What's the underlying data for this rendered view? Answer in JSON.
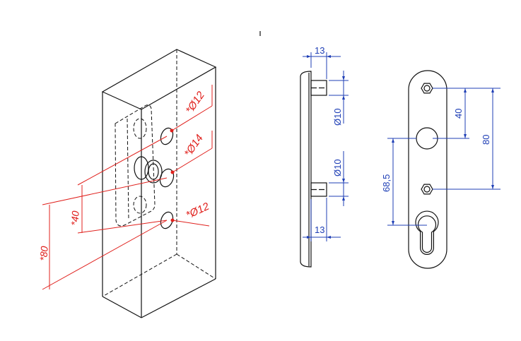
{
  "iso_view": {
    "hole_top": "*Ø12",
    "hole_middle": "*Ø14",
    "hole_bottom": "*Ø12",
    "dim_40": "*40",
    "dim_80": "*80"
  },
  "side_view": {
    "dim_top_13": "13",
    "dim_top_dia": "Ø10",
    "dim_bottom_dia": "Ø10",
    "dim_bottom_13": "13"
  },
  "front_view": {
    "dim_40": "40",
    "dim_80": "80",
    "dim_68_5": "68,5"
  }
}
